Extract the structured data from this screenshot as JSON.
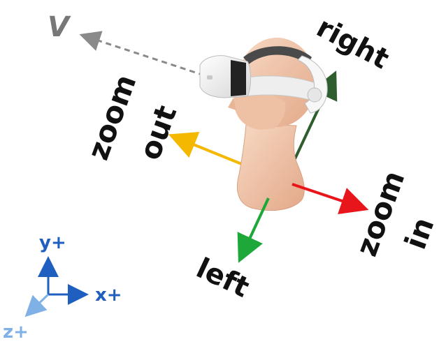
{
  "labels": {
    "view": "V",
    "right": "right",
    "left": "left",
    "zoom_out_line1": "zoom",
    "zoom_out_line2": "out",
    "zoom_in_line1": "zoom",
    "zoom_in_line2": "in"
  },
  "axes": {
    "y": "y+",
    "x": "x+",
    "z": "z+"
  },
  "colors": {
    "view_arrow": "#8a8a8a",
    "right_arrow": "#2e5e2e",
    "left_arrow": "#1fa83a",
    "zoom_out_arrow": "#f5b800",
    "zoom_in_arrow": "#e8151b",
    "axis_y": "#1f5fbf",
    "axis_x": "#1f5fbf",
    "axis_z": "#7fb0e6",
    "skin": "#f2c8ad",
    "headset": "#f4f4f4"
  },
  "icons": {
    "figure": "vr-headset-mannequin-icon"
  }
}
